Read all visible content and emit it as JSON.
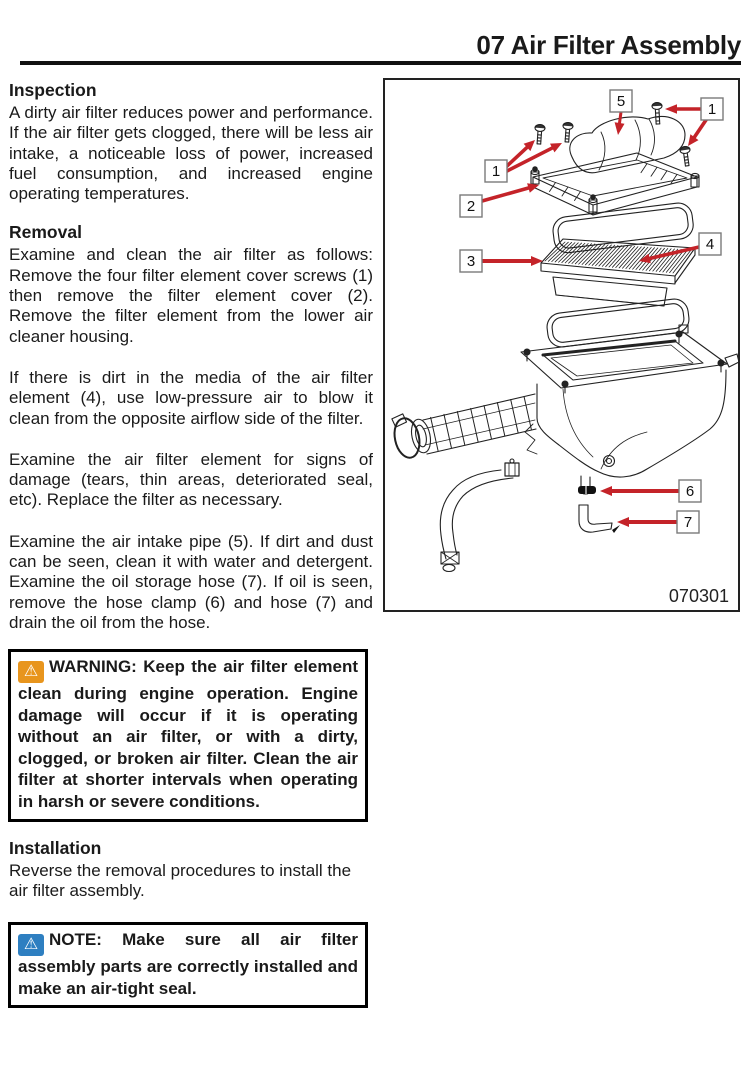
{
  "header": {
    "title": "07 Air Filter Assembly"
  },
  "content": {
    "inspection_heading": "Inspection",
    "inspection_body": "A dirty air filter reduces power and performance. If the air filter gets clogged, there will be less air intake, a noticeable loss of power, increased fuel consumption, and increased engine operating temperatures.",
    "removal_heading": "Removal",
    "removal_p1": "Examine and clean the air filter as follows: Remove the four filter element cover screws (1) then remove the filter element cover (2). Remove the filter element from the lower air cleaner housing.",
    "removal_p2": "If there is dirt in the media of the air filter element (4), use low-pressure air to blow it clean from the opposite airflow side of the filter.",
    "removal_p3": "Examine the air filter element for signs of damage (tears, thin areas, deteriorated seal, etc). Replace the filter as necessary.",
    "removal_p4": "Examine the air intake pipe (5). If dirt and dust can be seen, clean it with water and detergent. Examine the oil storage hose (7). If oil is seen, remove the hose clamp (6) and hose (7) and drain the oil from the hose.",
    "warning_label": "WARNING",
    "warning_text": ": Keep the air filter element clean during engine operation. Engine damage will occur if it is operating without an air filter, or with a dirty, clogged, or broken air filter. Clean the air filter at shorter intervals when operating in harsh or severe conditions.",
    "installation_heading": "Installation",
    "installation_body": "Reverse the removal procedures to install the air filter assembly.",
    "note_label": "NOTE",
    "note_text": ": Make sure all air filter assembly parts are correctly installed and make an air-tight seal."
  },
  "icons": {
    "warning_glyph": "⚠",
    "note_glyph": "⚠"
  },
  "colors": {
    "warning_icon": "#E8951D",
    "note_icon": "#2E7FC1",
    "accent_red": "#C42329"
  },
  "diagram": {
    "figure_code": "070301",
    "arrow_color": "#C42329",
    "callouts": [
      "5",
      "1",
      "1",
      "2",
      "3",
      "4",
      "6",
      "7"
    ]
  }
}
